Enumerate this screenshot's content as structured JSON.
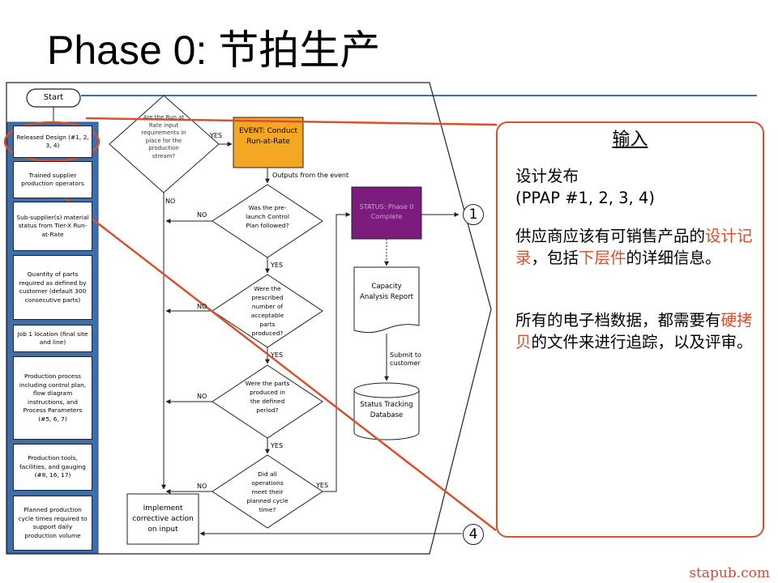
{
  "slide": {
    "title": "Phase 0: 节拍生产",
    "footer": "stapub.com"
  },
  "flowchart": {
    "start": "Start",
    "sidebar": [
      "Released Design (#1, 2, 3, 4)",
      "Trained supplier production operators",
      "Sub-supplier(s) material status from Tier-X Run-at-Rate",
      "Quantity of parts required as defined by customer (default 300 consecutive parts)",
      "Job 1 location (final site and line)",
      "Production process including control plan, flow diagram instructions, and Process Parameters (#5, 6, 7)",
      "Production tools, facilities, and gauging (#8, 16, 17)",
      "Planned production cycle times required to support daily production volume"
    ],
    "decision_inputs": "Are the Run at Rate input requirements in place for the production stream?",
    "event": "EVENT: Conduct Run-at-Rate",
    "outputs_label": "Outputs from the event",
    "decision_control_plan": "Was the pre-launch Control Plan followed?",
    "decision_acceptable": "Were the prescribed number of acceptable parts produced?",
    "decision_period": "Were the parts produced in the defined period?",
    "decision_cycle": "Did all operations meet their planned cycle time?",
    "status": "STATUS: Phase 0 Complete",
    "capacity_report": "Capacity Analysis Report",
    "submit_label": "Submit to customer",
    "database": "Status Tracking Database",
    "corrective": "Implement corrective action on input",
    "yes": "YES",
    "no": "NO",
    "connector_1": "1",
    "connector_4": "4"
  },
  "input_panel": {
    "heading": "输入",
    "p1_line1": "设计发布",
    "p1_line2": "(PPAP #1, 2, 3, 4)",
    "p2_a": "供应商应该有可销售产品的",
    "p2_b": "设计记录",
    "p2_c": "，包括",
    "p2_d": "下层件",
    "p2_e": "的详细信息。",
    "p3_a": "所有的电子档数据，都需要有",
    "p3_b": "硬拷贝",
    "p3_c": "的文件来进行追踪，以及评审。"
  },
  "colors": {
    "accent": "#d9502b",
    "sidebar_frame": "#3d6fae",
    "event_fill": "#f5a623",
    "status_fill": "#7b1c7e",
    "title_rule": "#3b6fb0"
  }
}
